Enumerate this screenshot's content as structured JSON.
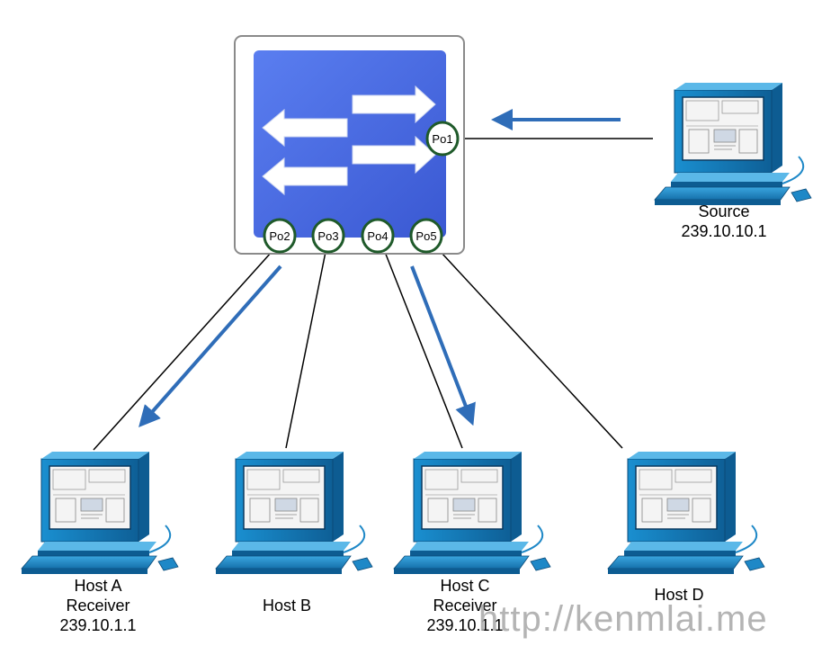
{
  "switch": {
    "ports": [
      {
        "id": "po1",
        "label": "Po1"
      },
      {
        "id": "po2",
        "label": "Po2"
      },
      {
        "id": "po3",
        "label": "Po3"
      },
      {
        "id": "po4",
        "label": "Po4"
      },
      {
        "id": "po5",
        "label": "Po5"
      }
    ]
  },
  "nodes": {
    "source": {
      "name": "Source",
      "address": "239.10.10.1"
    },
    "host_a": {
      "name": "Host A",
      "role": "Receiver",
      "address": "239.10.1.1"
    },
    "host_b": {
      "name": "Host B"
    },
    "host_c": {
      "name": "Host C",
      "role": "Receiver",
      "address": "239.10.1.1"
    },
    "host_d": {
      "name": "Host D"
    }
  },
  "watermark": "http://kenmlai.me",
  "colors": {
    "switch_face": "#4766e0",
    "flow_arrow": "#2f6db8",
    "computer": "#1e88c7",
    "port_ring": "#1f5a2a"
  },
  "icons": {
    "switch": "layer2-switch-icon",
    "computer": "desktop-computer-icon"
  }
}
